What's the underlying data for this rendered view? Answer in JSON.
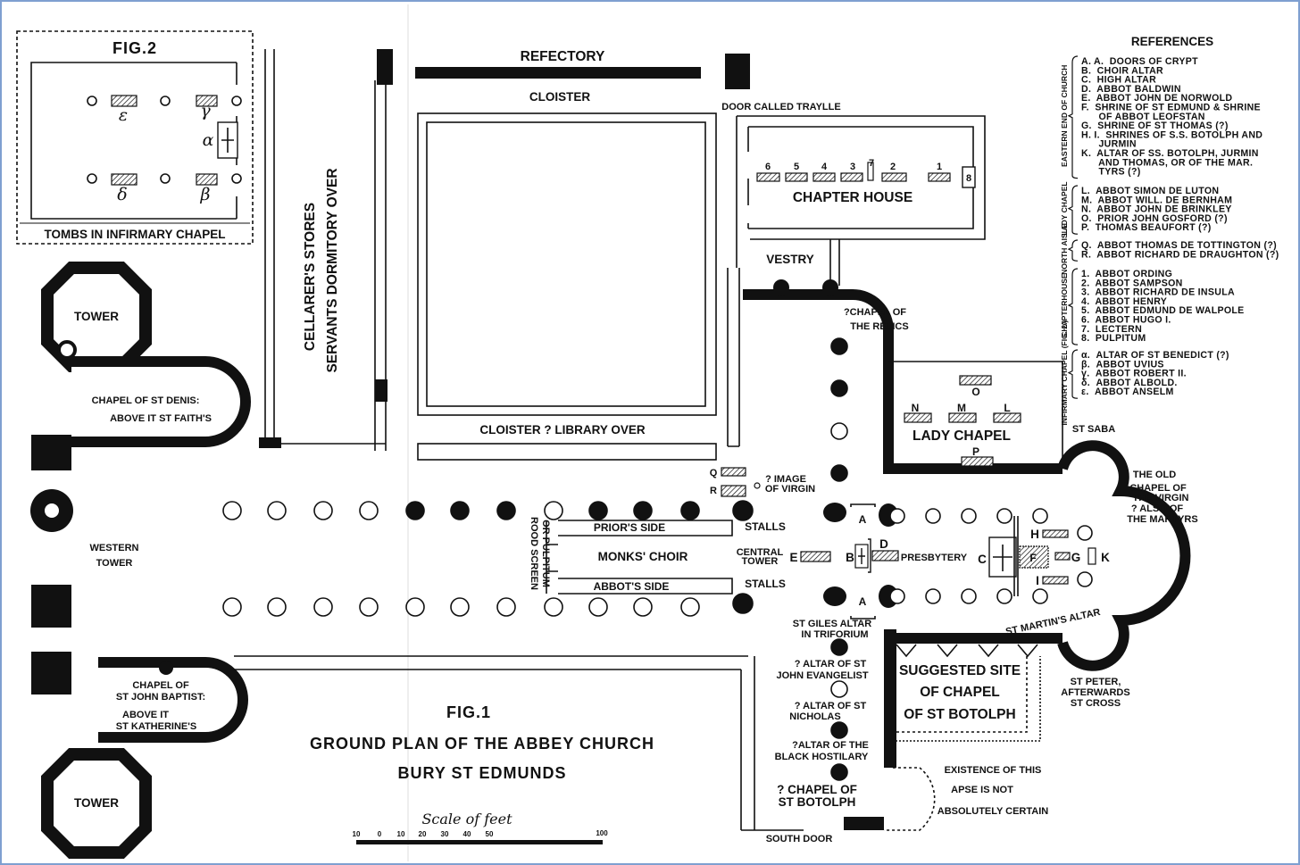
{
  "fig2": {
    "title": "FIG.2",
    "caption": "TOMBS IN INFIRMARY CHAPEL",
    "epsilon": "ε",
    "gamma": "γ",
    "alpha": "α",
    "delta": "δ",
    "beta": "β"
  },
  "fig1": {
    "title": "FIG.1",
    "line1": "GROUND PLAN OF THE ABBEY CHURCH",
    "line2": "BURY ST EDMUNDS"
  },
  "scale": {
    "label": "Scale of feet",
    "ticks": [
      "10",
      "0",
      "10",
      "20",
      "30",
      "40",
      "50",
      "100"
    ]
  },
  "labels": {
    "refectory": "REFECTORY",
    "cloister": "CLOISTER",
    "door_traylle": "DOOR CALLED TRAYLLE",
    "chapter_house": "CHAPTER HOUSE",
    "vestry": "VESTRY",
    "chapel_relics_1": "?CHAPEL OF",
    "chapel_relics_2": "THE RELICS",
    "cellarers": "CELLARER'S STORES",
    "servants": "SERVANTS DORMITORY OVER",
    "cloister_library": "CLOISTER  ?  LIBRARY OVER",
    "tower": "TOWER",
    "tower2": "TOWER",
    "st_denis_1": "CHAPEL OF ST DENIS:",
    "st_denis_2": "ABOVE IT  ST FAITH'S",
    "western_tower_1": "WESTERN",
    "western_tower_2": "TOWER",
    "st_john_1": "CHAPEL  OF",
    "st_john_2": "ST JOHN BAPTIST:",
    "st_john_3": "ABOVE IT",
    "st_john_4": "ST KATHERINE'S",
    "lady_chapel": "LADY CHAPEL",
    "rood_1": "ROOD  SCREEN",
    "rood_2": "OR  PULPITUM",
    "priors_side": "PRIOR'S  SIDE",
    "monks_choir": "MONKS'  CHOIR",
    "abbots_side": "ABBOT'S  SIDE",
    "stalls_n": "STALLS",
    "stalls_s": "STALLS",
    "central_1": "CENTRAL",
    "central_2": "TOWER",
    "presbytery": "PRESBYTERY",
    "image_virgin_1": "? IMAGE",
    "image_virgin_2": "OF VIRGIN",
    "st_saba": "ST SABA",
    "old_chapel_1": "THE OLD",
    "old_chapel_2": "CHAPEL OF",
    "old_chapel_3": "THE  VIRGIN",
    "old_chapel_4": "? ALSO  OF",
    "old_chapel_5": "THE MARTYRS",
    "st_martin": "ST MARTIN'S ALTAR",
    "st_giles_1": "ST GILES ALTAR",
    "st_giles_2": "IN TRIFORIUM",
    "john_ev_1": "? ALTAR OF ST",
    "john_ev_2": "JOHN EVANGELIST",
    "nicholas_1": "? ALTAR OF ST",
    "nicholas_2": "NICHOLAS",
    "hostilary_1": "?ALTAR OF THE",
    "hostilary_2": "BLACK HOSTILARY",
    "botolph_1": "? CHAPEL  OF",
    "botolph_2": "ST  BOTOLPH",
    "south_door": "SOUTH DOOR",
    "suggested_1": "SUGGESTED SITE",
    "suggested_2": "OF  CHAPEL",
    "suggested_3": "OF  ST  BOTOLPH",
    "st_peter_1": "ST PETER,",
    "st_peter_2": "AFTERWARDS",
    "st_peter_3": "ST  CROSS",
    "apse_1": "EXISTENCE  OF  THIS",
    "apse_2": "APSE  IS  NOT",
    "apse_3": "ABSOLUTELY  CERTAIN"
  },
  "letters": {
    "A1": "A",
    "A2": "A",
    "B": "B",
    "C": "C",
    "D": "D",
    "E": "E",
    "F": "F",
    "G": "G",
    "H": "H",
    "I": "I",
    "K": "K",
    "L": "L",
    "M": "M",
    "N": "N",
    "O": "O",
    "P": "P",
    "Q": "Q",
    "R": "R"
  },
  "chapter_numbers": [
    "6",
    "5",
    "4",
    "3",
    "7",
    "2",
    "1",
    "8"
  ],
  "references": {
    "title": "REFERENCES",
    "groups": [
      {
        "name": "EASTERN END OF CHURCH",
        "lines": [
          "A. A.  DOORS OF CRYPT",
          "B.  CHOIR ALTAR",
          "C.  HIGH ALTAR",
          "D.  ABBOT BALDWIN",
          "E.  ABBOT JOHN DE NORWOLD",
          "F.  SHRINE OF ST EDMUND & SHRINE",
          "      OF ABBOT LEOFSTAN",
          "G.  SHRINE OF ST THOMAS (?)",
          "H. I.  SHRINES OF S.S. BOTOLPH AND",
          "      JURMIN",
          "K.  ALTAR OF SS. BOTOLPH, JURMIN",
          "      AND THOMAS, OR OF THE MAR.",
          "      TYRS (?)"
        ]
      },
      {
        "name": "LADY CHAPEL",
        "lines": [
          "L.  ABBOT SIMON DE LUTON",
          "M.  ABBOT WILL. DE BERNHAM",
          "N.  ABBOT JOHN DE BRINKLEY",
          "O.  PRIOR JOHN GOSFORD (?)",
          "P.  THOMAS BEAUFORT (?)"
        ]
      },
      {
        "name": "NORTH AISLE",
        "lines": [
          "Q.  ABBOT THOMAS DE TOTTINGTON (?)",
          "R.  ABBOT RICHARD DE DRAUGHTON (?)"
        ]
      },
      {
        "name": "CHAPTERHOUSE",
        "lines": [
          "1.  ABBOT ORDING",
          "2.  ABBOT SAMPSON",
          "3.  ABBOT RICHARD DE INSULA",
          "4.  ABBOT HENRY",
          "5.  ABBOT EDMUND DE WALPOLE",
          "6.  ABBOT HUGO I.",
          "7.  LECTERN",
          "8.  PULPITUM"
        ]
      },
      {
        "name": "INFIRMARY CHAPEL (FIG. 2.)",
        "lines": [
          "α.  ALTAR OF ST BENEDICT (?)",
          "β.  ABBOT UVIUS",
          "γ.  ABBOT ROBERT II.",
          "δ.  ABBOT ALBOLD.",
          "ε.  ABBOT ANSELM"
        ]
      }
    ]
  }
}
